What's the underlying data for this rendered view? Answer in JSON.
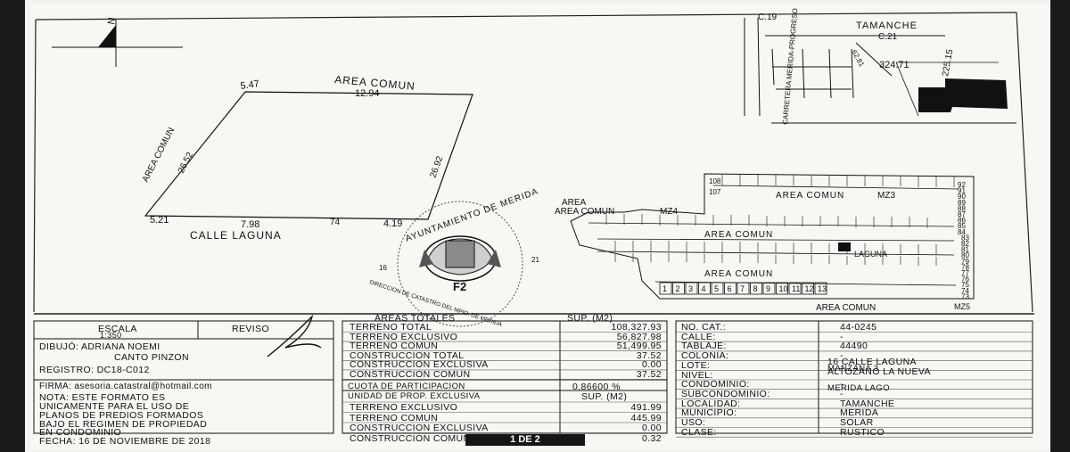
{
  "plan": {
    "north": "N",
    "top_label": "AREA COMUN",
    "left_label": "AREA COMUN",
    "bottom_label": "CALLE LAGUNA",
    "dim_top_left": "5.47",
    "dim_top_right": "12.94",
    "dim_left": "26.52",
    "dim_right": "26.92",
    "dim_bottom": [
      "5.21",
      "7.98",
      "74",
      "4.19"
    ]
  },
  "seal": {
    "top": "AYUNTAMIENTO DE MERIDA",
    "bottom": "DIRECCION DE CATASTRO DEL MPIO. DE MERIDA",
    "code": "F2",
    "left_num": "16",
    "right_num": "21"
  },
  "location_map": {
    "c19": "C.19",
    "tamanche": "TAMANCHE",
    "c21": "C.21",
    "road": "CARRETERA MERIDA-PROGRESO",
    "dist1": "324.71",
    "dist2": "225.15",
    "dist3": "62.81"
  },
  "site_map": {
    "area_comun_top": "AREA COMUN",
    "area_comun_left": "AREA COMUN",
    "mz4": "MZ4",
    "mz5": "MZ5",
    "mz3": "MZ3",
    "area_comun_mid": "AREA COMUN",
    "area_comun_low": "AREA COMUN",
    "area_comun_bottom": "AREA COMUN",
    "area_label_top": "AREA",
    "laguna": "LAGUNA",
    "bottom_lots": [
      "1",
      "2",
      "3",
      "4",
      "5",
      "6",
      "7",
      "8",
      "9",
      "10",
      "11",
      "12",
      "13"
    ],
    "right_lots": [
      "92",
      "91",
      "90",
      "89",
      "88",
      "87",
      "86",
      "85",
      "84",
      "83",
      "82",
      "81",
      "80",
      "79",
      "78",
      "77",
      "76",
      "75",
      "74",
      "73"
    ],
    "left_lots": [
      "108",
      "107"
    ]
  },
  "left_panel": {
    "escala_label": "ESCALA",
    "escala_value": "1:350",
    "reviso_label": "REVISO",
    "dibujo": "DIBUJÓ: ADRIANA NOEMI",
    "dibujo2": "CANTO PINZON",
    "registro": "REGISTRO: DC18-C012",
    "firma": "FIRMA: asesoria.catastral@hotmail.com",
    "nota": [
      "NOTA: ESTE FORMATO ES",
      "UNICAMENTE PARA EL USO DE",
      "PLANOS DE PREDIOS FORMADOS",
      "BAJO EL REGIMEN DE PROPIEDAD",
      "EN CONDOMINIO"
    ],
    "fecha": "FECHA: 16 DE NOVIEMBRE DE 2018"
  },
  "areas": {
    "header": "AREAS TOTALES",
    "header_sup": "SUP. (M2)",
    "rows": [
      {
        "label": "TERRENO TOTAL",
        "value": "108,327.93"
      },
      {
        "label": "TERRENO EXCLUSIVO",
        "value": "56,827.98"
      },
      {
        "label": "TERRENO COMUN",
        "value": "51,499.95"
      },
      {
        "label": "CONSTRUCCION TOTAL",
        "value": "37.52"
      },
      {
        "label": "CONSTRUCCION EXCLUSIVA",
        "value": "0.00"
      },
      {
        "label": "CONSTRUCCION COMUN",
        "value": "37.52"
      }
    ],
    "cuota_label": "CUOTA DE PARTICIPACION",
    "cuota_value": "0.86600 %",
    "unidad_label": "UNIDAD DE PROP. EXCLUSIVA",
    "unidad_sup": "SUP. (M2)",
    "unit_rows": [
      {
        "label": "TERRENO EXCLUSIVO",
        "value": "491.99"
      },
      {
        "label": "TERRENO COMUN",
        "value": "445.99"
      },
      {
        "label": "CONSTRUCCION EXCLUSIVA",
        "value": "0.00"
      },
      {
        "label": "CONSTRUCCION COMUN",
        "value": "0.32"
      }
    ]
  },
  "info": {
    "rows": [
      {
        "label": "NO. CAT.:",
        "value": "44-0245"
      },
      {
        "label": "CALLE:",
        "value": "-"
      },
      {
        "label": "TABLAJE:",
        "value": "44490"
      },
      {
        "label": "COLONIA:",
        "value": "-"
      },
      {
        "label": "LOTE:",
        "value": "16 CALLE LAGUNA"
      },
      {
        "label": "NIVEL:",
        "value": "ALTOZANO LA NUEVA"
      },
      {
        "label": "CONDOMINIO:",
        "value": "-"
      },
      {
        "label": "SUBCONDOMINIO:",
        "value": "-"
      },
      {
        "label": "LOCALIDAD:",
        "value": "TAMANCHE"
      },
      {
        "label": "MUNICIPIO:",
        "value": "MERIDA"
      },
      {
        "label": "USO:",
        "value": "SOLAR"
      },
      {
        "label": "CLASE:",
        "value": "RUSTICO"
      }
    ],
    "lote_extra": "MANZANA 3",
    "nivel_extra": "MERIDA LAGO"
  },
  "footer": {
    "page": "1 DE 2"
  }
}
